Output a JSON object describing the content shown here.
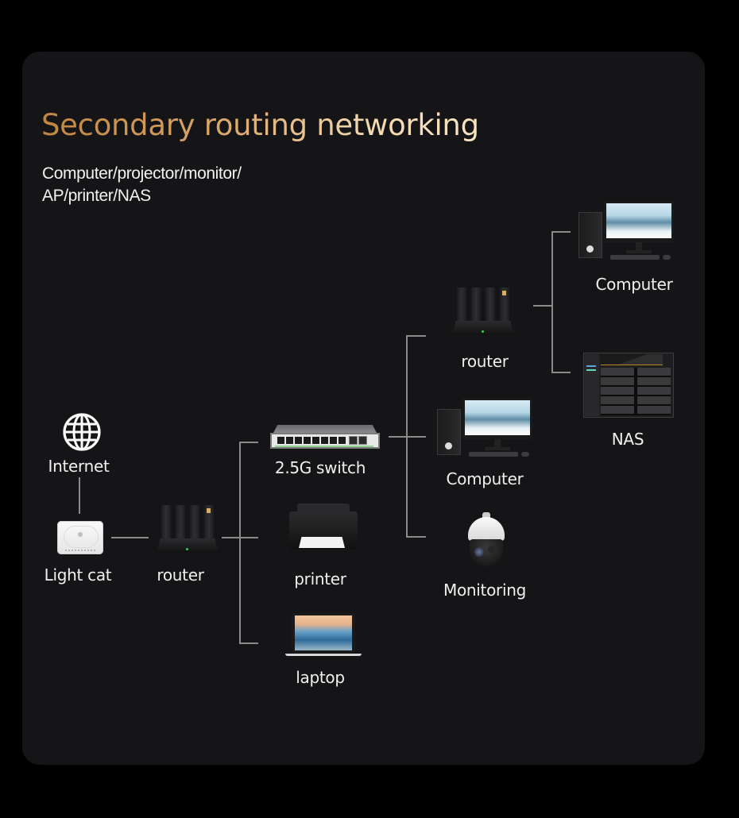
{
  "title": "Secondary routing networking",
  "subtitle_lines": [
    "Computer/projector/monitor/",
    "AP/printer/NAS"
  ],
  "colors": {
    "page_background": "#000000",
    "card_background": "#151517",
    "title_gradient_start": "#c08640",
    "title_gradient_end": "#f8e4c4",
    "label_text": "#f0f0f0",
    "connector_line": "#8a8a8a"
  },
  "nodes": {
    "internet": {
      "label": "Internet",
      "icon": "globe-icon"
    },
    "light_cat": {
      "label": "Light cat",
      "icon": "optical-modem-icon"
    },
    "main_router": {
      "label": "router",
      "icon": "router-icon"
    },
    "switch": {
      "label": "2.5G switch",
      "icon": "network-switch-icon"
    },
    "printer": {
      "label": "printer",
      "icon": "printer-icon"
    },
    "laptop": {
      "label": "laptop",
      "icon": "laptop-icon"
    },
    "secondary_router": {
      "label": "router",
      "icon": "router-icon"
    },
    "switch_computer": {
      "label": "Computer",
      "icon": "desktop-computer-icon"
    },
    "monitoring": {
      "label": "Monitoring",
      "icon": "dome-camera-icon"
    },
    "router_computer": {
      "label": "Computer",
      "icon": "desktop-computer-icon"
    },
    "nas": {
      "label": "NAS",
      "icon": "nas-icon"
    }
  },
  "connections": [
    [
      "internet",
      "light_cat"
    ],
    [
      "light_cat",
      "main_router"
    ],
    [
      "main_router",
      "switch"
    ],
    [
      "main_router",
      "printer"
    ],
    [
      "main_router",
      "laptop"
    ],
    [
      "switch",
      "secondary_router"
    ],
    [
      "switch",
      "switch_computer"
    ],
    [
      "switch",
      "monitoring"
    ],
    [
      "secondary_router",
      "router_computer"
    ],
    [
      "secondary_router",
      "nas"
    ]
  ]
}
